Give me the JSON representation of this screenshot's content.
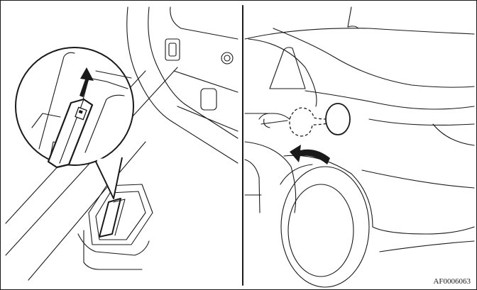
{
  "figure": {
    "code": "AF0006063",
    "panels": [
      {
        "name": "fuel-door-release-lever-panel",
        "icon": "fuel-pump-icon"
      },
      {
        "name": "fuel-filler-door-panel"
      }
    ]
  }
}
